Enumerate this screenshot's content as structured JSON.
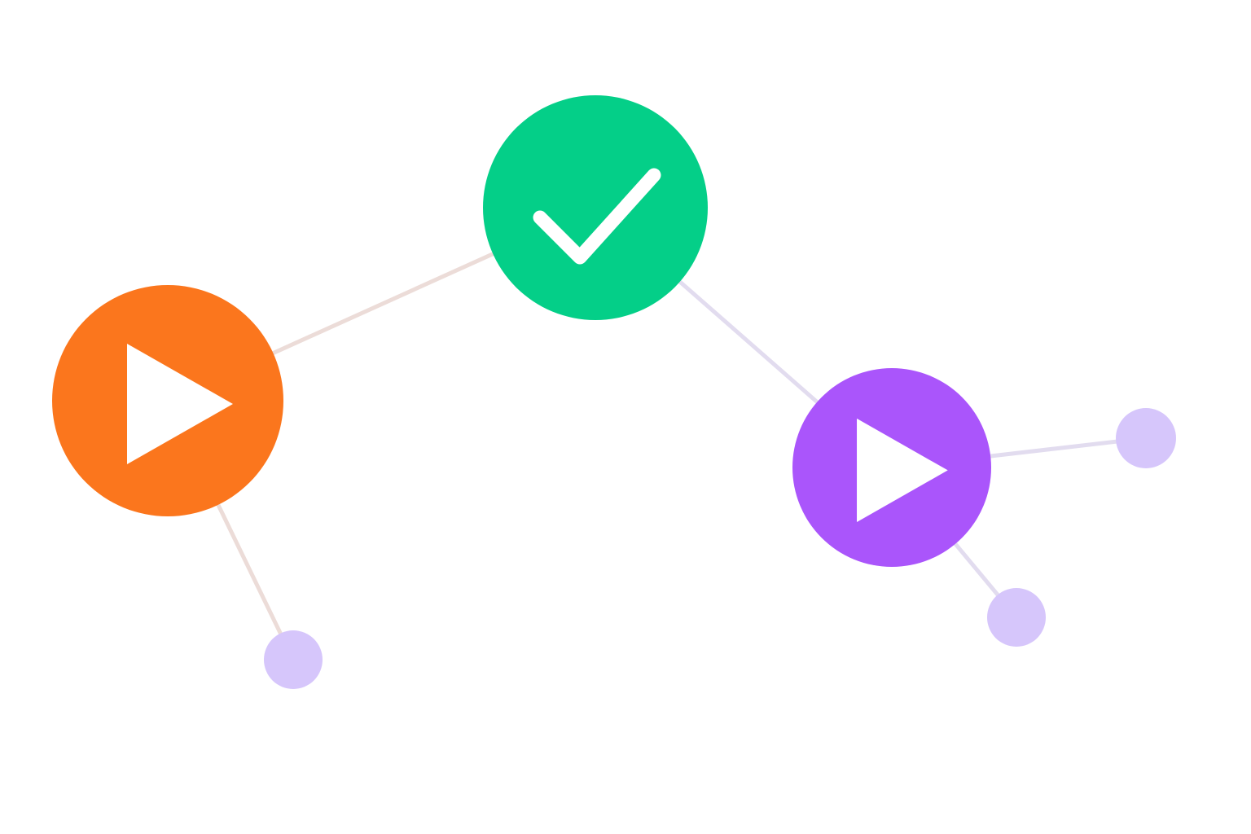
{
  "diagram": {
    "colors": {
      "background": "#ffffff",
      "edge": "#e2dcef",
      "edge_warm": "#ecdcd8",
      "orange": "#fb761d",
      "green": "#04cf88",
      "purple": "#aa55fb",
      "satellite": "#d6c6fb",
      "glyph": "#ffffff"
    },
    "nodes": [
      {
        "id": "play-orange",
        "kind": "action",
        "icon": "play-icon",
        "color": "orange",
        "state": "play"
      },
      {
        "id": "check-green",
        "kind": "action",
        "icon": "check-icon",
        "color": "green",
        "state": "complete"
      },
      {
        "id": "play-purple",
        "kind": "action",
        "icon": "play-icon",
        "color": "purple",
        "state": "play"
      },
      {
        "id": "satellite-left",
        "kind": "satellite",
        "icon": "dot-icon",
        "color": "satellite"
      },
      {
        "id": "satellite-right-top",
        "kind": "satellite",
        "icon": "dot-icon",
        "color": "satellite"
      },
      {
        "id": "satellite-right-bottom",
        "kind": "satellite",
        "icon": "dot-icon",
        "color": "satellite"
      }
    ],
    "edges": [
      {
        "from": "play-orange",
        "to": "check-green",
        "color": "edge_warm"
      },
      {
        "from": "check-green",
        "to": "play-purple",
        "color": "edge"
      },
      {
        "from": "play-orange",
        "to": "satellite-left",
        "color": "edge_warm"
      },
      {
        "from": "play-purple",
        "to": "satellite-right-top",
        "color": "edge"
      },
      {
        "from": "play-purple",
        "to": "satellite-right-bottom",
        "color": "edge"
      }
    ]
  }
}
